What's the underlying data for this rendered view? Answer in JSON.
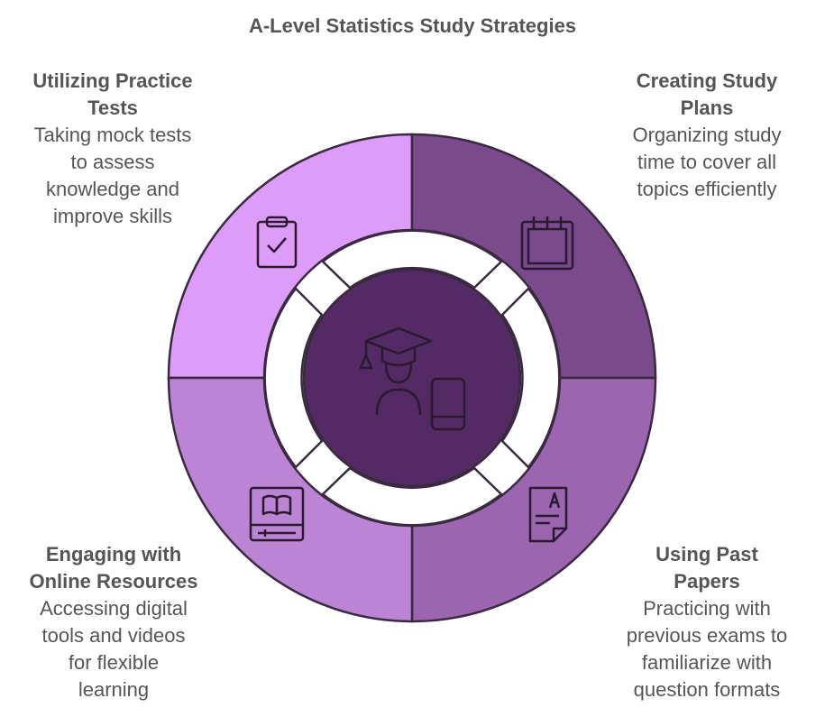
{
  "title": "A-Level Statistics Study Strategies",
  "segments": [
    {
      "id": "practice-tests",
      "heading": "Utilizing Practice Tests",
      "heading_lines": [
        "Utilizing Practice",
        "Tests"
      ],
      "description_lines": [
        "Taking mock tests",
        "to assess",
        "knowledge and",
        "improve skills"
      ],
      "icon": "clipboard-check-icon",
      "color": "#dc9cf7"
    },
    {
      "id": "study-plans",
      "heading": "Creating Study Plans",
      "heading_lines": [
        "Creating Study",
        "Plans"
      ],
      "description_lines": [
        "Organizing study",
        "time to cover all",
        "topics efficiently"
      ],
      "icon": "calendar-icon",
      "color": "#7a4a8c"
    },
    {
      "id": "past-papers",
      "heading": "Using Past Papers",
      "heading_lines": [
        "Using Past",
        "Papers"
      ],
      "description_lines": [
        "Practicing with",
        "previous exams to",
        "familiarize with",
        "question formats"
      ],
      "icon": "exam-paper-icon",
      "color": "#9b65b0"
    },
    {
      "id": "online-resources",
      "heading": "Engaging with Online Resources",
      "heading_lines": [
        "Engaging with",
        "Online Resources"
      ],
      "description_lines": [
        "Accessing digital",
        "tools and videos",
        "for flexible",
        "learning"
      ],
      "icon": "ebook-icon",
      "color": "#bb84d4"
    }
  ],
  "center": {
    "icons": [
      "graduation-cap-icon",
      "student-icon",
      "smartphone-icon"
    ],
    "color": "#532a63"
  },
  "outline_color": "#3a2a40"
}
